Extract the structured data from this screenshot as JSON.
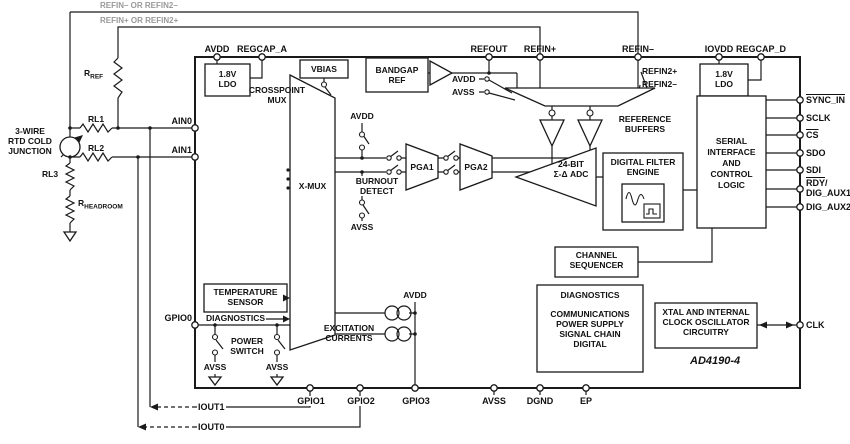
{
  "colors": {
    "line": "#1a1a1a",
    "gray": "#999999",
    "background": "#ffffff"
  },
  "external": {
    "ref_line_minus": "REFIN– OR REFIN2–",
    "ref_line_plus": "REFIN+ OR REFIN2+",
    "rtd_caption": [
      "3-WIRE",
      "RTD COLD",
      "JUNCTION"
    ],
    "r_ref_base": "R",
    "r_ref_sub": "REF",
    "rl1": "RL1",
    "rl2": "RL2",
    "rl3": "RL3",
    "r_headroom_base": "R",
    "r_headroom_sub": "HEADROOM",
    "iout1": "IOUT1",
    "iout0": "IOUT0"
  },
  "pins": {
    "top": [
      "AVDD",
      "REGCAP_A",
      "REFOUT",
      "REFIN+",
      "REFIN–",
      "IOVDD",
      "REGCAP_D"
    ],
    "left": [
      "AIN0",
      "AIN1",
      "GPIO0"
    ],
    "right": {
      "sync_in": "SYNC_IN",
      "sclk": "SCLK",
      "cs": "CS",
      "sdo": "SDO",
      "sdi": "SDI",
      "rdy": "RDY",
      "rdy_slash": "/",
      "dig_aux1": "DIG_AUX1",
      "dig_aux2": "DIG_AUX2",
      "clk": "CLK"
    },
    "bottom": [
      "GPIO1",
      "GPIO2",
      "GPIO3",
      "AVSS",
      "DGND",
      "EP"
    ]
  },
  "rails": {
    "avdd": "AVDD",
    "avss": "AVSS"
  },
  "blocks": {
    "ldo": [
      "1.8V",
      "LDO"
    ],
    "vbias": "VBIAS",
    "bandgap": [
      "BANDGAP",
      "REF"
    ],
    "crosspoint": [
      "CROSSPOINT",
      "MUX"
    ],
    "xmux": "X-MUX",
    "burnout": [
      "BURNOUT",
      "DETECT"
    ],
    "pga1": "PGA1",
    "pga2": "PGA2",
    "adc": [
      "24-BIT",
      "Σ-Δ ADC"
    ],
    "ref_buffers": [
      "REFERENCE",
      "BUFFERS"
    ],
    "refin2_plus": "REFIN2+",
    "refin2_minus": "REFIN2–",
    "filter": [
      "DIGITAL FILTER",
      "ENGINE"
    ],
    "serial": [
      "SERIAL",
      "INTERFACE",
      "AND",
      "CONTROL",
      "LOGIC"
    ],
    "sequencer": [
      "CHANNEL",
      "SEQUENCER"
    ],
    "diagnostics_title": "DIAGNOSTICS",
    "diagnostics_lines": [
      "COMMUNICATIONS",
      "POWER SUPPLY",
      "SIGNAL CHAIN",
      "DIGITAL"
    ],
    "xtal": [
      "XTAL AND INTERNAL",
      "CLOCK OSCILLATOR",
      "CIRCUITRY"
    ],
    "temp_sensor": [
      "TEMPERATURE",
      "SENSOR"
    ],
    "diagnostics_small": "DIAGNOSTICS",
    "power_switch": [
      "POWER",
      "SWITCH"
    ],
    "excitation": [
      "EXCITATION",
      "CURRENTS"
    ],
    "part_number": "AD4190-4"
  }
}
